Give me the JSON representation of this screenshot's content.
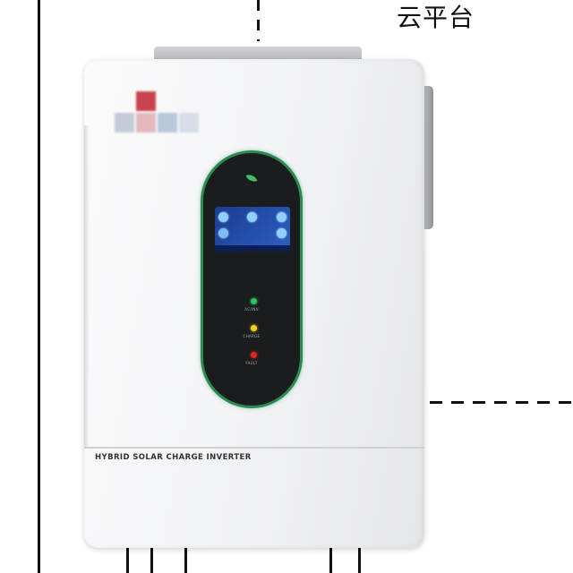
{
  "diagram": {
    "cloud_label": "云平台"
  },
  "inverter": {
    "product_label": "HYBRID SOLAR CHARGE INVERTER",
    "indicators": [
      {
        "label": "AC/INV",
        "color": "#2ec25a"
      },
      {
        "label": "CHARGE",
        "color": "#f2d21c"
      },
      {
        "label": "FAULT",
        "color": "#e02424"
      }
    ],
    "colors": {
      "panel_border": "#2a8a52",
      "panel_fill": "#1b1c1e",
      "lcd": "#2d5fc4"
    },
    "icons": [
      "leaf-icon",
      "pv-icon",
      "grid-icon",
      "battery-icon",
      "load-icon"
    ]
  }
}
